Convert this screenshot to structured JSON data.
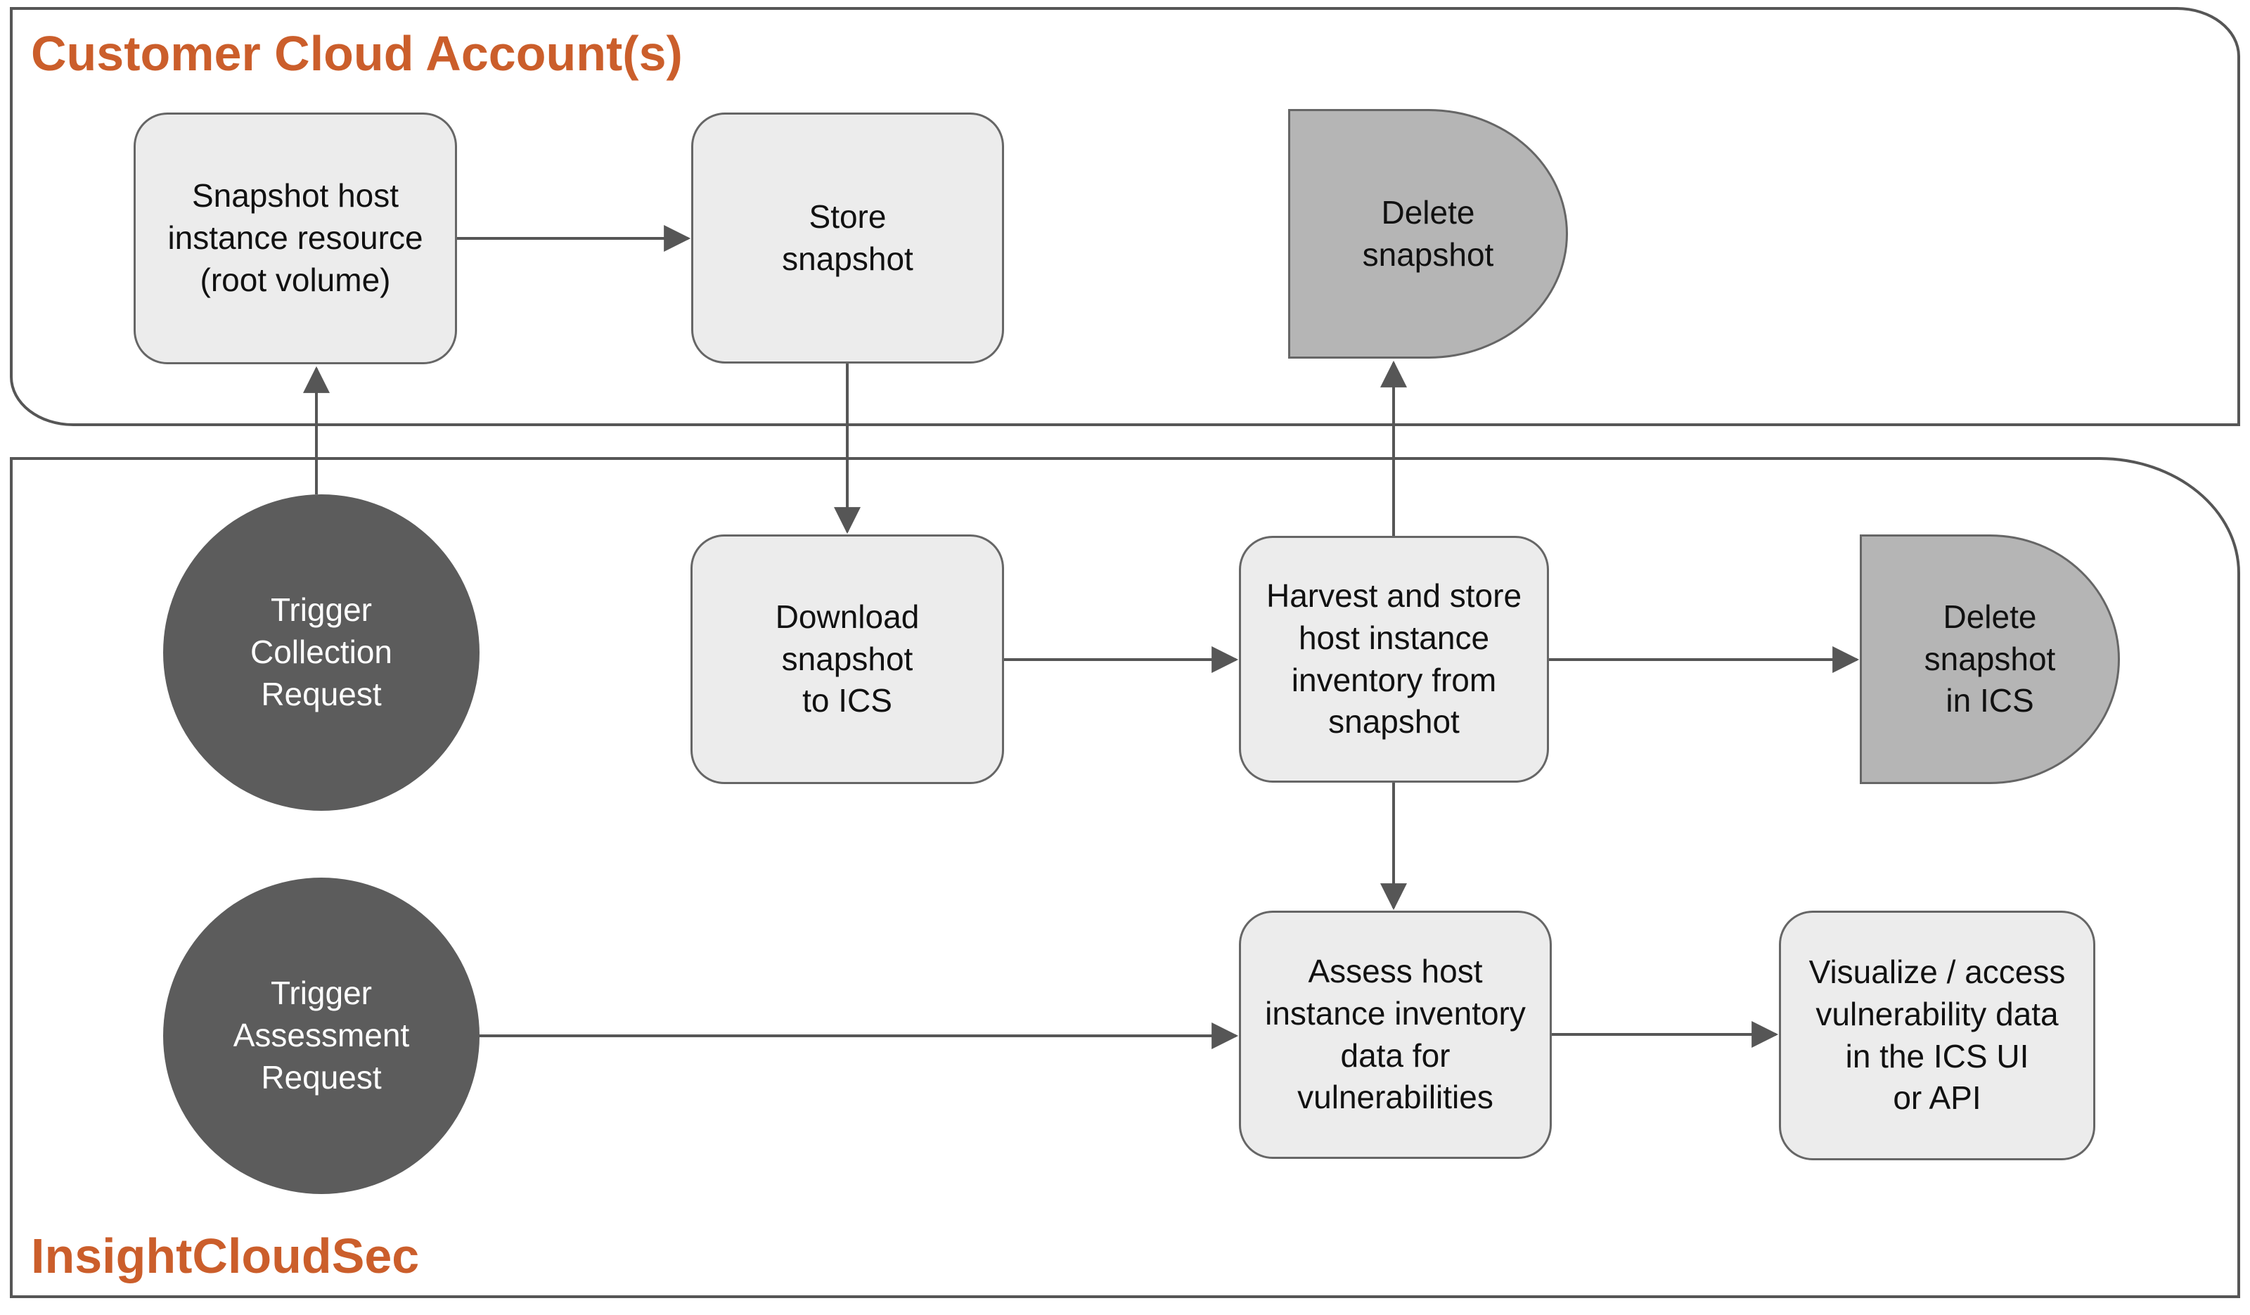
{
  "diagram": {
    "colors": {
      "title_orange": "#cb5e2b",
      "container_border": "#565656",
      "process_fill": "#ececec",
      "delay_fill": "#b5b5b5",
      "event_fill": "#5c5c5c",
      "node_border": "#666666",
      "arrow": "#565656",
      "text_dark": "#111111",
      "text_light": "#ffffff"
    },
    "containers": {
      "customer_cloud": {
        "label": "Customer Cloud Account(s)"
      },
      "insightcloudsec": {
        "label": "InsightCloudSec"
      }
    },
    "nodes": {
      "snapshot_host": {
        "label": "Snapshot host\ninstance resource\n(root volume)",
        "shape": "process"
      },
      "store_snapshot": {
        "label": "Store\nsnapshot",
        "shape": "process"
      },
      "delete_snapshot": {
        "label": "Delete\nsnapshot",
        "shape": "delay"
      },
      "trigger_collection": {
        "label": "Trigger\nCollection\nRequest",
        "shape": "circle"
      },
      "download_snapshot": {
        "label": "Download\nsnapshot\nto ICS",
        "shape": "process"
      },
      "harvest": {
        "label": "Harvest and store\nhost instance\ninventory from\nsnapshot",
        "shape": "process"
      },
      "delete_snapshot_ics": {
        "label": "Delete\nsnapshot\nin ICS",
        "shape": "delay"
      },
      "trigger_assessment": {
        "label": "Trigger\nAssessment\nRequest",
        "shape": "circle"
      },
      "assess": {
        "label": "Assess host\ninstance inventory\ndata for\nvulnerabilities",
        "shape": "process"
      },
      "visualize": {
        "label": "Visualize / access\nvulnerability data\nin the ICS UI\nor API",
        "shape": "process"
      }
    },
    "edges": [
      {
        "from": "snapshot_host",
        "to": "store_snapshot"
      },
      {
        "from": "trigger_collection",
        "to": "snapshot_host"
      },
      {
        "from": "store_snapshot",
        "to": "download_snapshot"
      },
      {
        "from": "download_snapshot",
        "to": "harvest"
      },
      {
        "from": "harvest",
        "to": "delete_snapshot"
      },
      {
        "from": "harvest",
        "to": "delete_snapshot_ics"
      },
      {
        "from": "harvest",
        "to": "assess"
      },
      {
        "from": "trigger_assessment",
        "to": "assess"
      },
      {
        "from": "assess",
        "to": "visualize"
      }
    ]
  }
}
